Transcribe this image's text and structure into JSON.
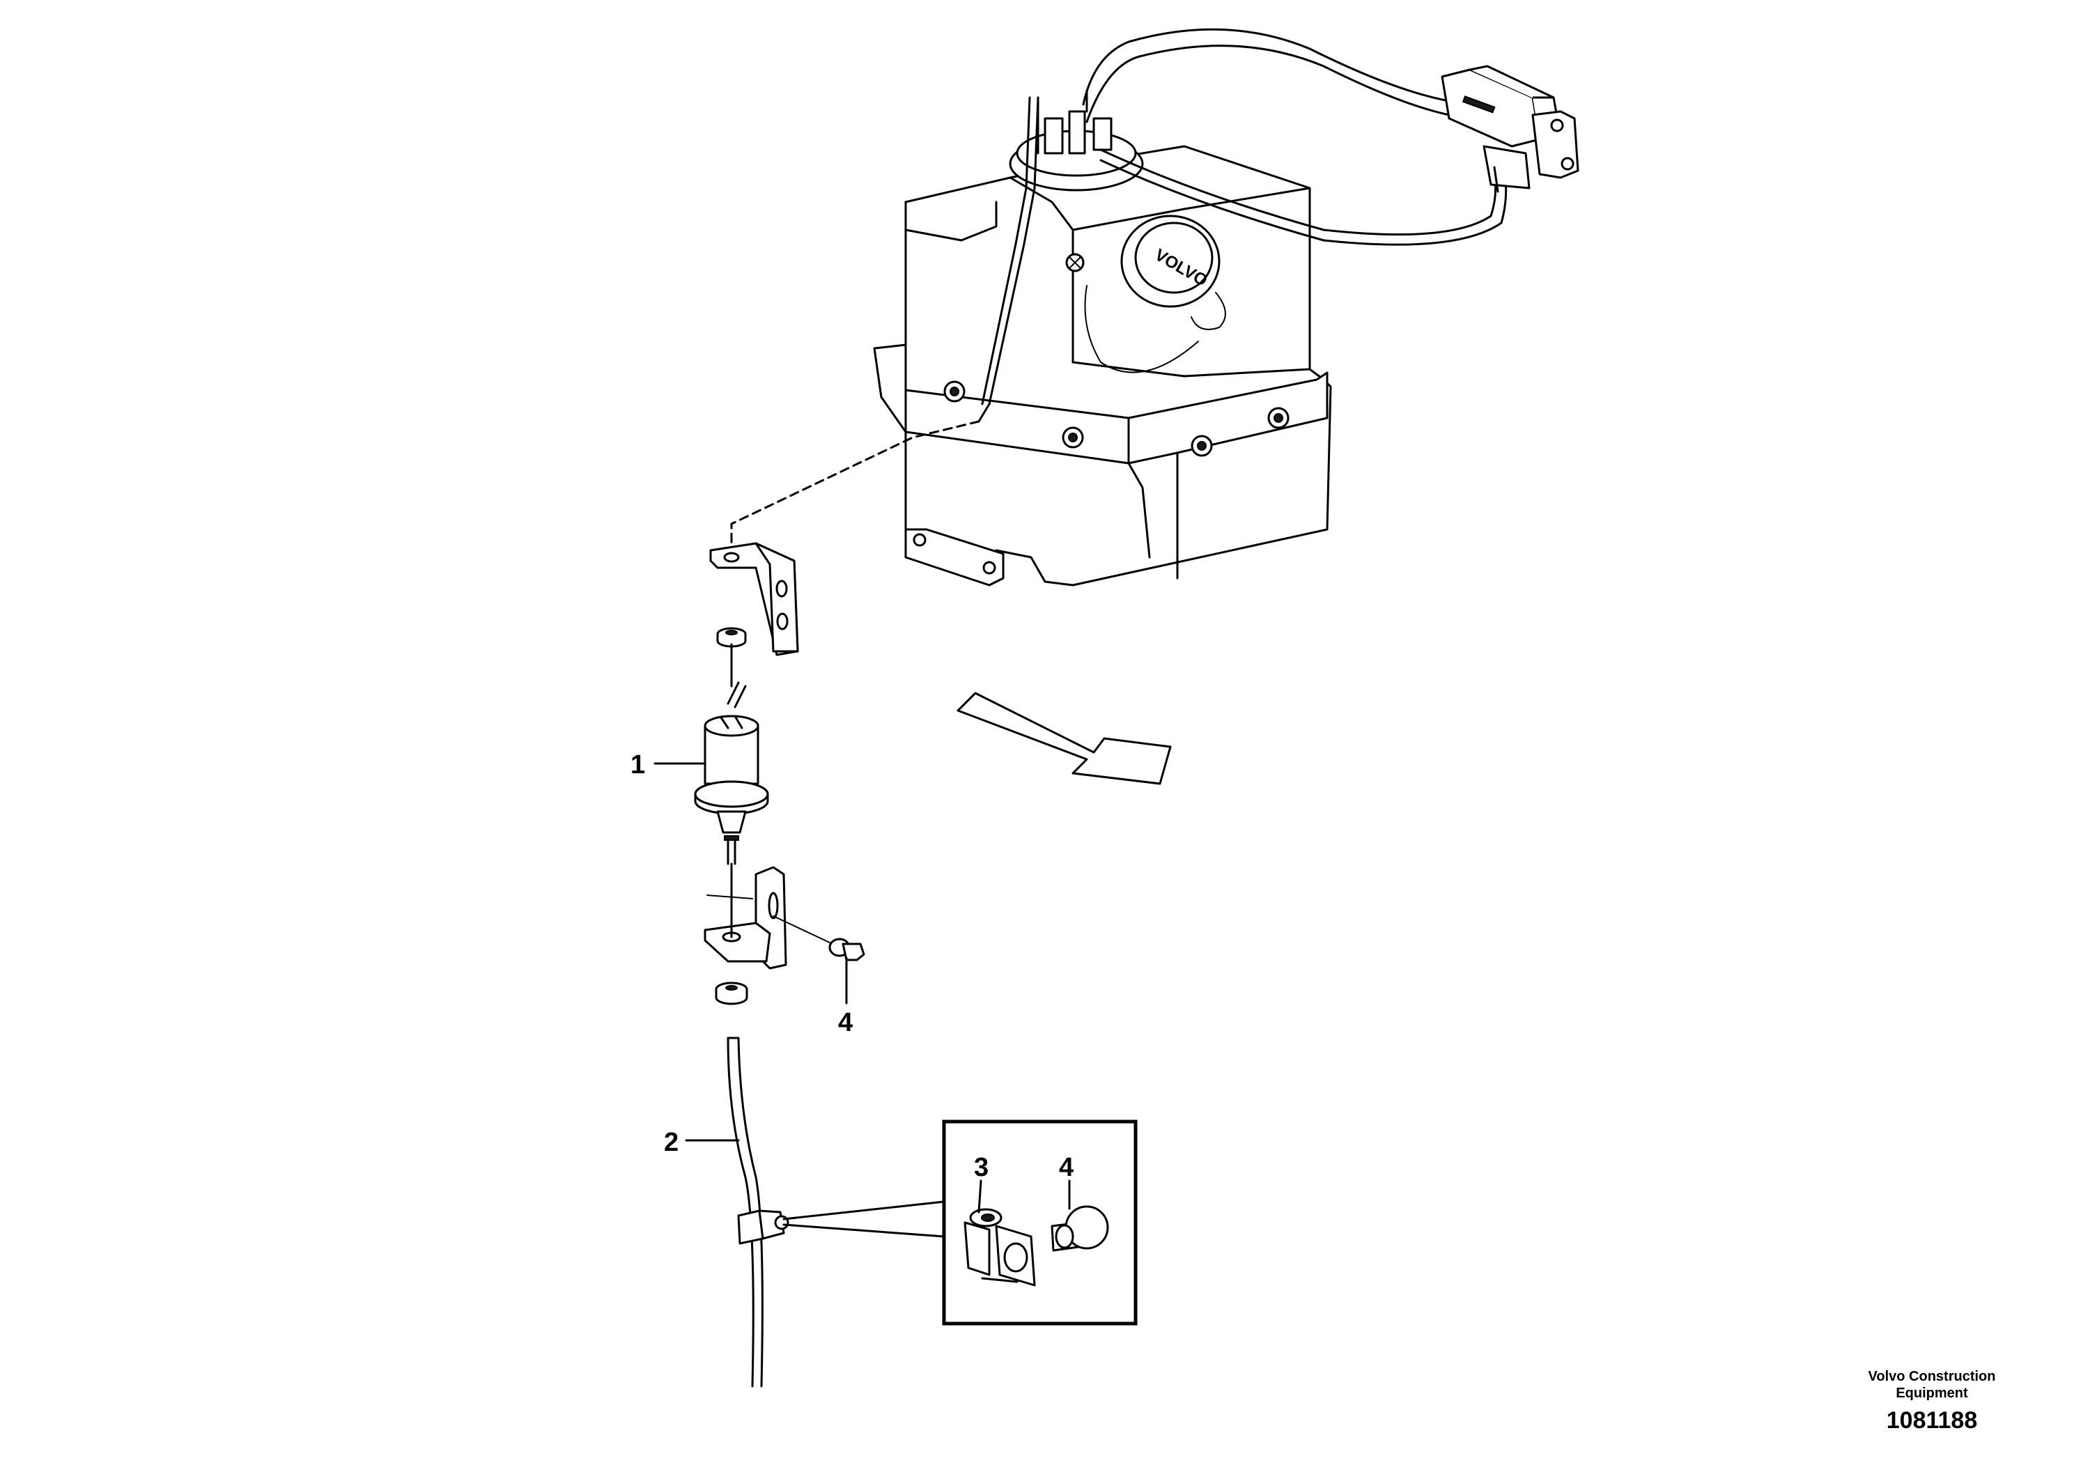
{
  "callouts": {
    "filter": "1",
    "hose": "2",
    "clip": "3",
    "screw_main": "4",
    "screw_detail": "4"
  },
  "tank_logo": "VOLVO",
  "publisher": {
    "line1": "Volvo Construction",
    "line2": "Equipment"
  },
  "doc_number": "1081188",
  "colors": {
    "line": "#000000",
    "background": "#ffffff"
  }
}
